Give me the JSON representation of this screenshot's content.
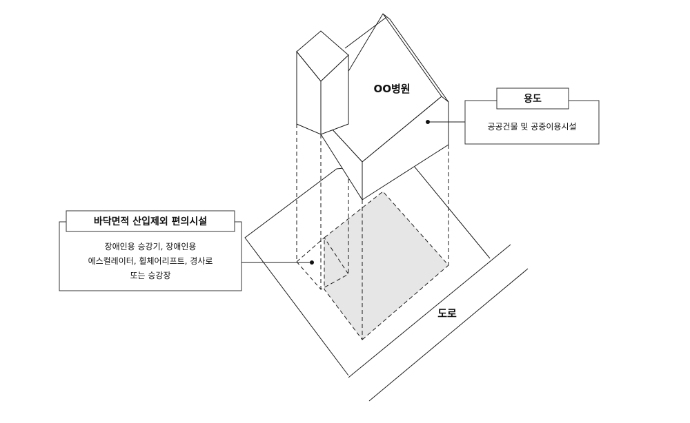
{
  "building_label": "OO병원",
  "road_label": "도로",
  "use_box": {
    "title": "용도",
    "body": "공공건물 및 공중이용시설"
  },
  "exclusion_box": {
    "title": "바닥면적 산입제외 편의시설",
    "lines": [
      "장애인용 승강기, 장애인용",
      "에스컬레이터, 휠체어리프트, 경사로",
      "또는 승강장"
    ]
  }
}
